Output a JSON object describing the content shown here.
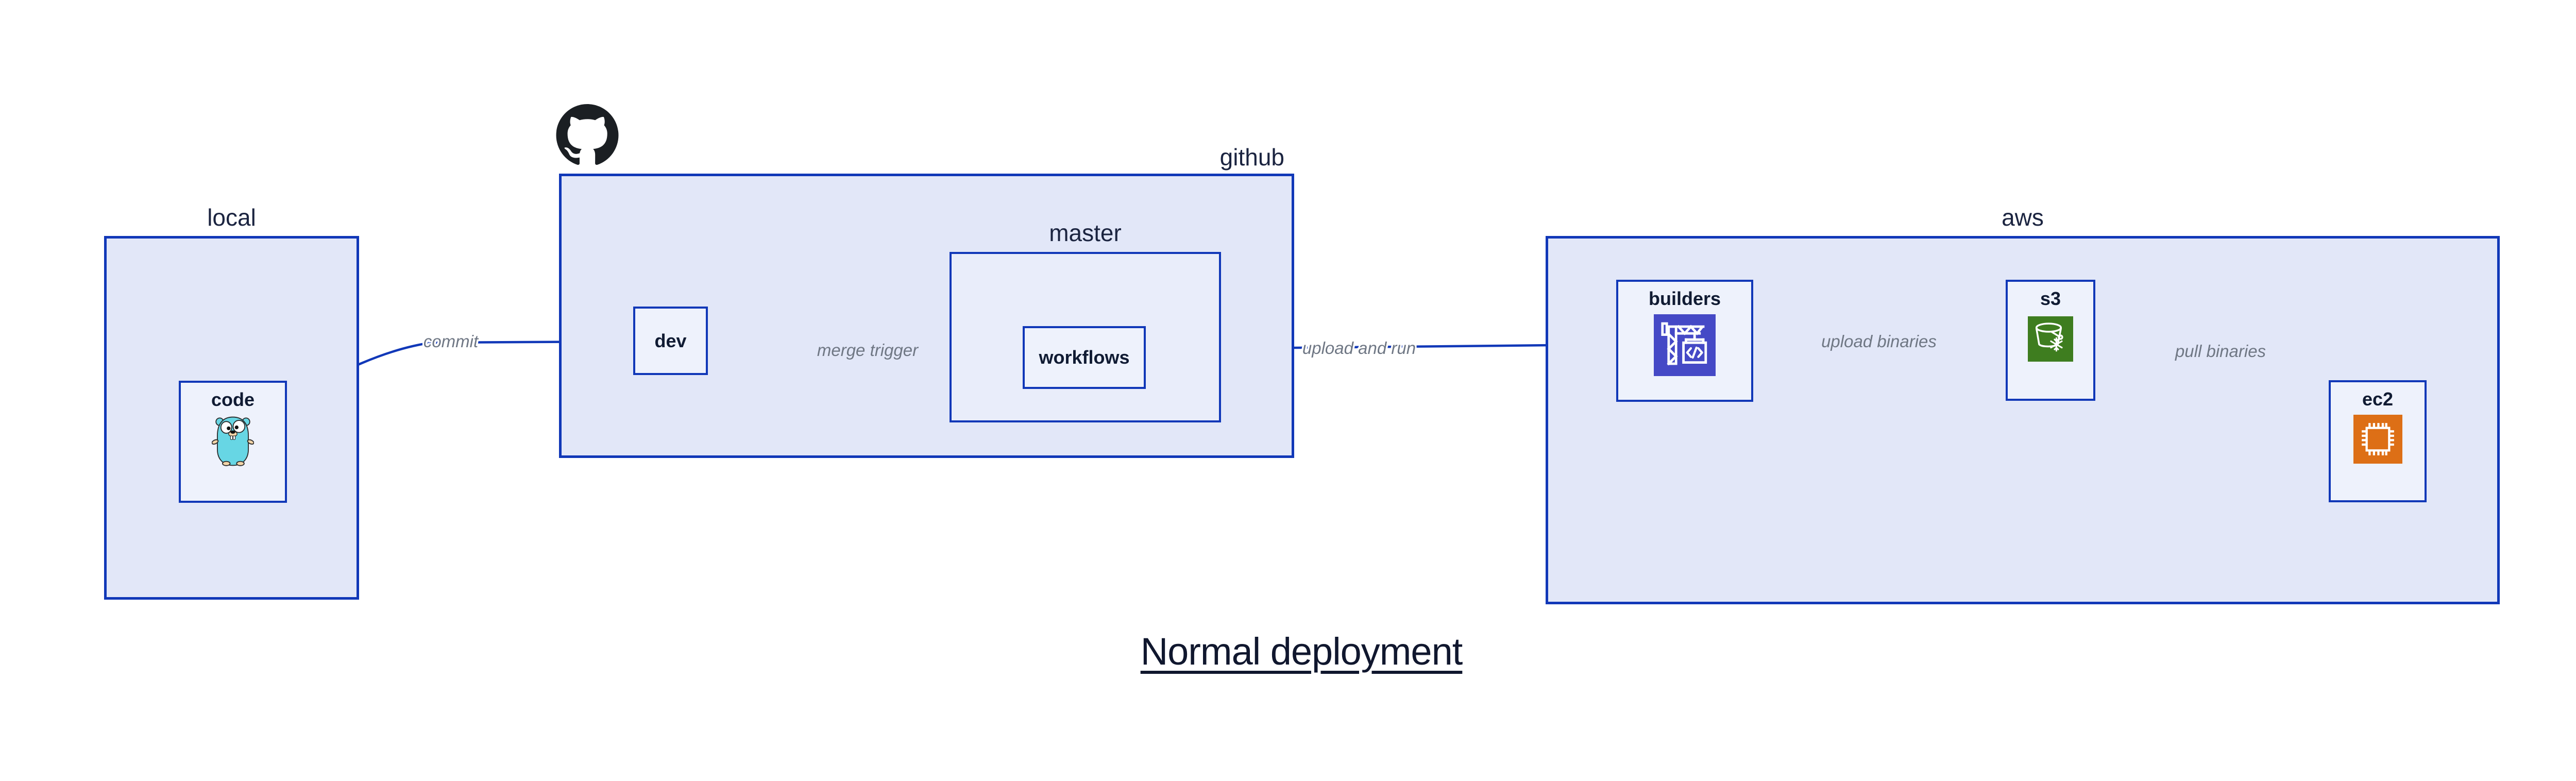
{
  "diagram": {
    "title": "Normal deployment",
    "groups": [
      {
        "id": "local",
        "label": "local"
      },
      {
        "id": "github",
        "label": "github",
        "icon": "github-octocat-icon"
      },
      {
        "id": "master",
        "label": "master"
      },
      {
        "id": "aws",
        "label": "aws"
      }
    ],
    "nodes": [
      {
        "id": "code",
        "label": "code",
        "icon": "go-gopher-icon"
      },
      {
        "id": "dev",
        "label": "dev"
      },
      {
        "id": "workflows",
        "label": "workflows"
      },
      {
        "id": "builders",
        "label": "builders",
        "icon": "codebuild-crane-icon"
      },
      {
        "id": "s3",
        "label": "s3",
        "icon": "s3-bucket-snowflake-icon"
      },
      {
        "id": "ec2",
        "label": "ec2",
        "icon": "ec2-chip-icon"
      }
    ],
    "edges": [
      {
        "from": "code",
        "to": "dev",
        "label": "commit"
      },
      {
        "from": "dev",
        "to": "workflows",
        "label": "merge trigger"
      },
      {
        "from": "workflows",
        "to": "builders",
        "label": "upload and run"
      },
      {
        "from": "builders",
        "to": "s3",
        "label": "upload binaries"
      },
      {
        "from": "s3",
        "to": "ec2",
        "label": "pull binaries"
      }
    ],
    "colors": {
      "border_and_arrows": "#1138b8",
      "group_fill": "#e2e7f8",
      "master_fill": "#e9edfa",
      "node_fill": "#eef2fc",
      "heading_text": "#1b2440",
      "node_text": "#101b33",
      "edge_label_text": "#6f7784",
      "title_text": "#10172e",
      "codebuild_indigo": "#4549c6",
      "s3_green": "#3e7d1f",
      "ec2_orange": "#dd6f16",
      "gopher_teal": "#67d6e4",
      "octocat_black": "#1b1f23"
    }
  }
}
